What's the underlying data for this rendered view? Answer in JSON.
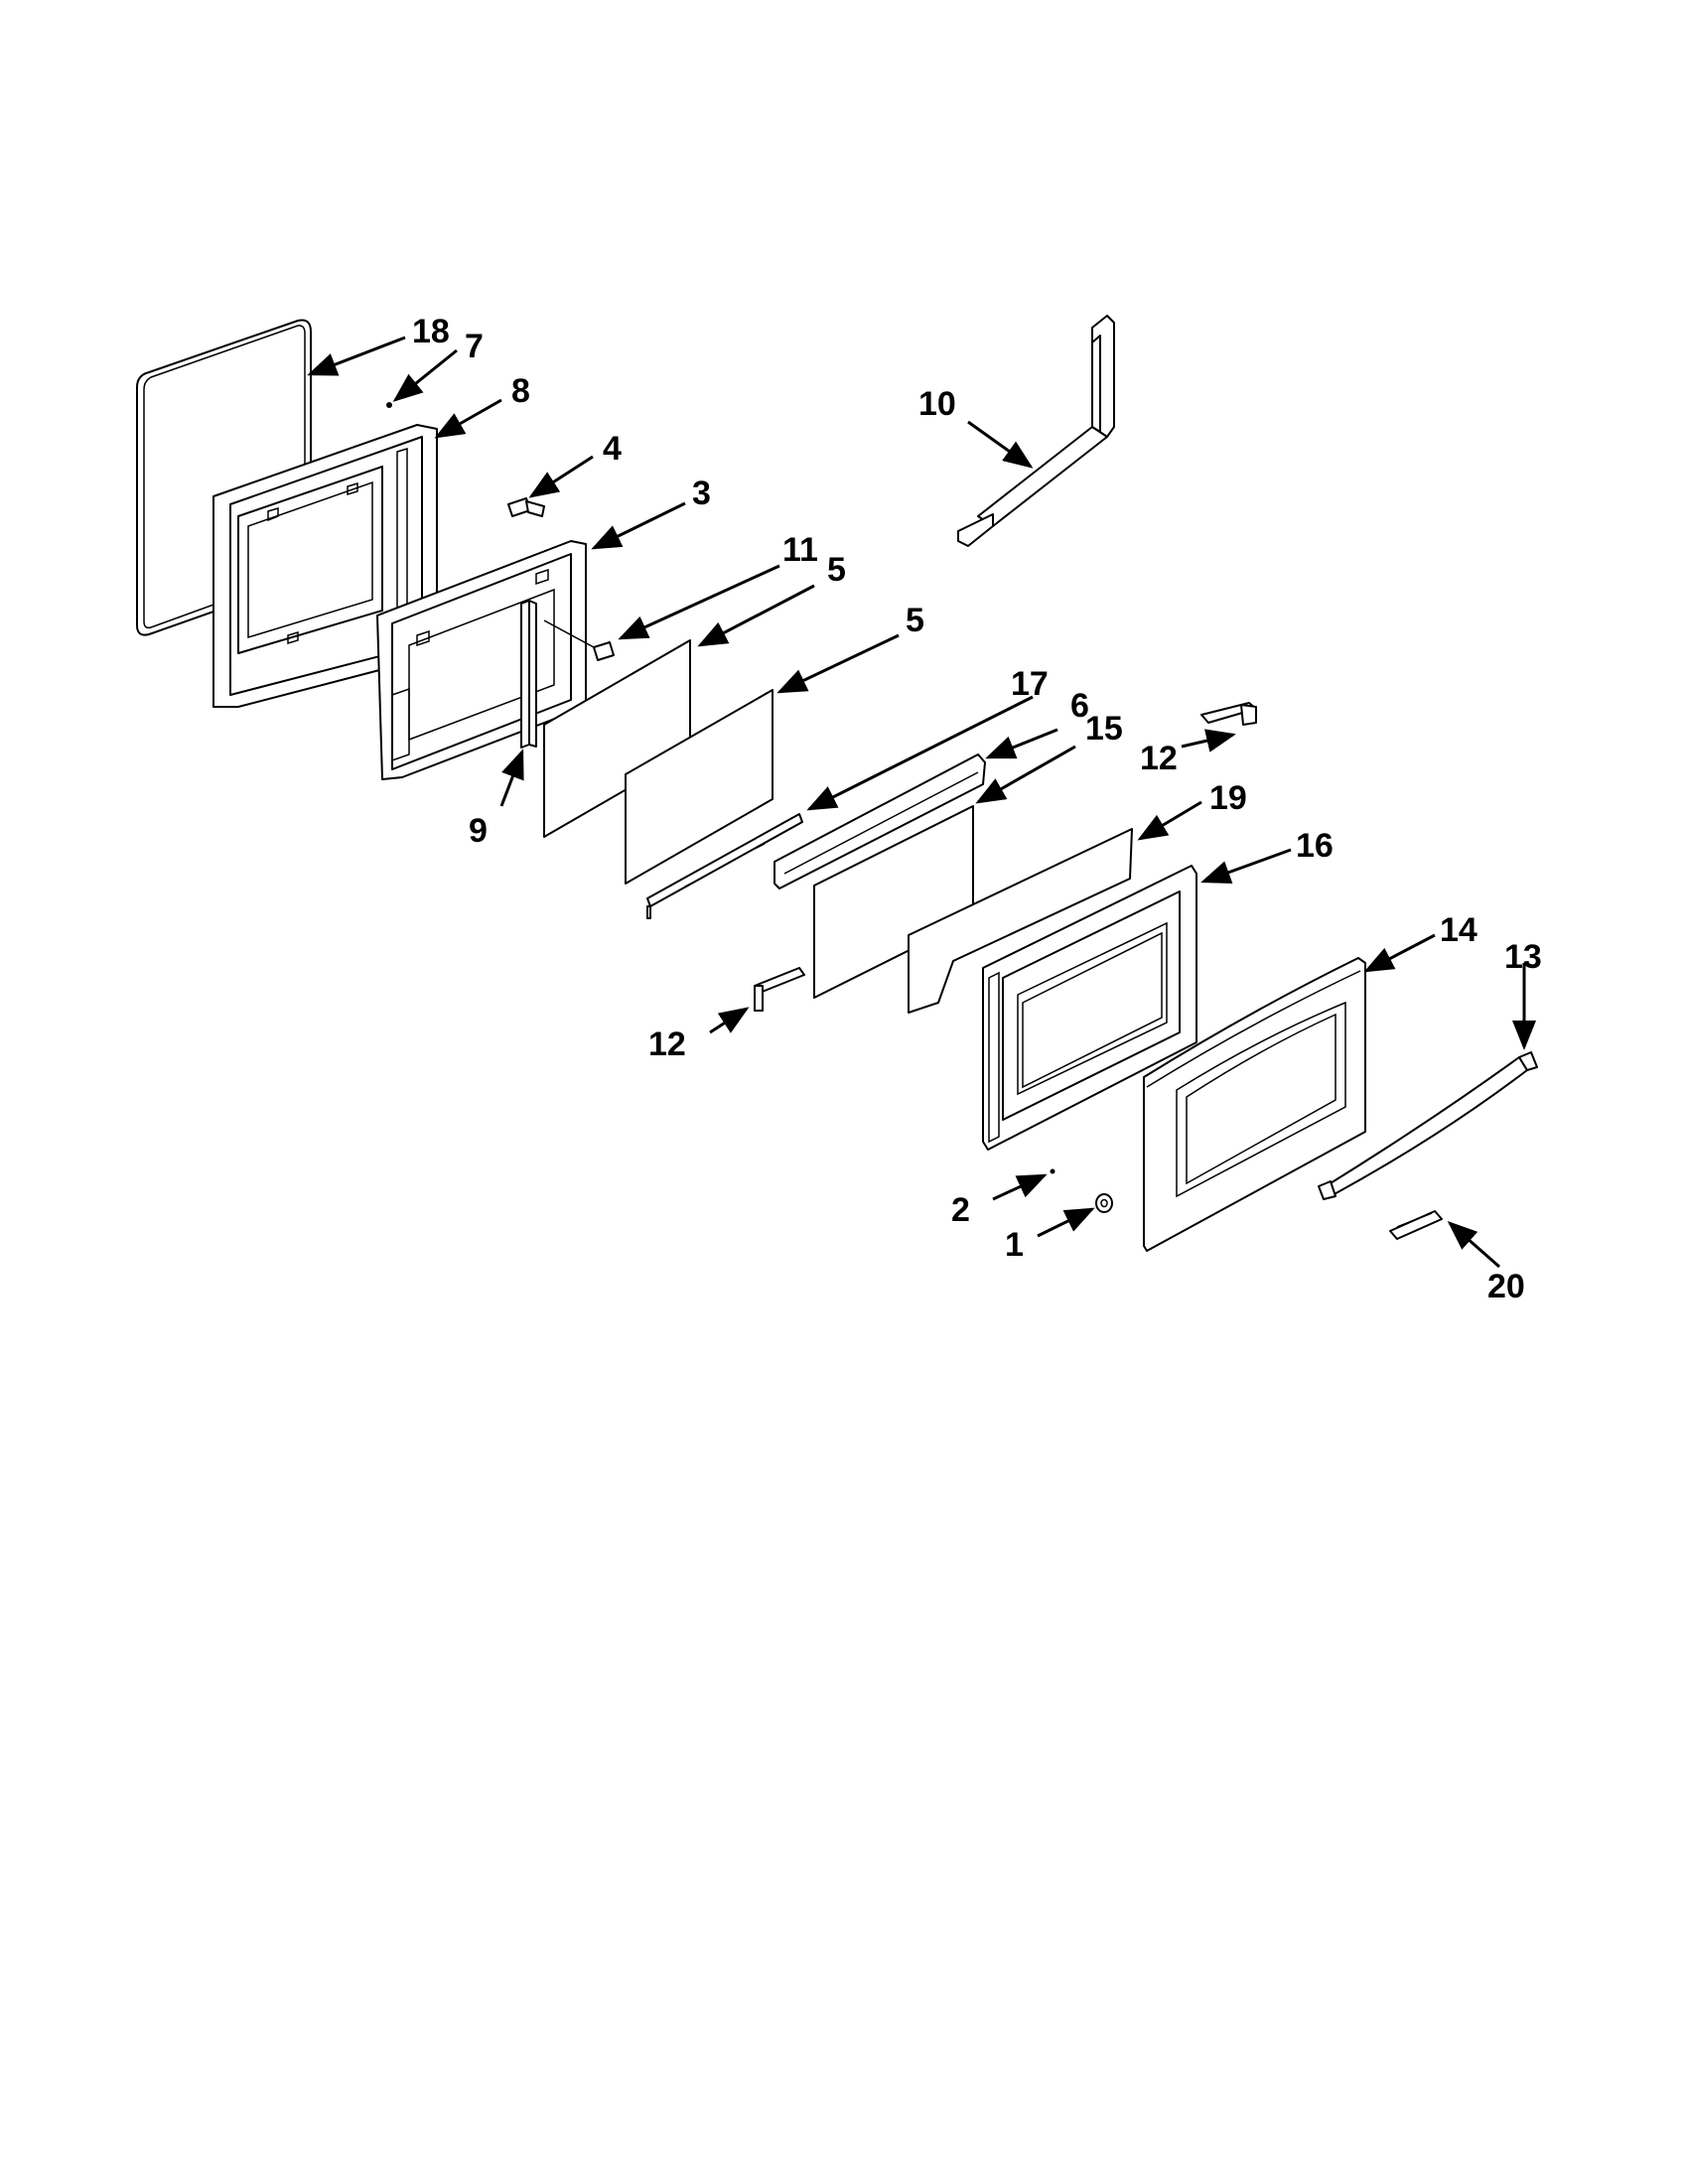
{
  "diagram": {
    "callouts": [
      {
        "id": "c18",
        "label": "18"
      },
      {
        "id": "c7",
        "label": "7"
      },
      {
        "id": "c8",
        "label": "8"
      },
      {
        "id": "c4",
        "label": "4"
      },
      {
        "id": "c3",
        "label": "3"
      },
      {
        "id": "c11",
        "label": "11"
      },
      {
        "id": "c5a",
        "label": "5"
      },
      {
        "id": "c5b",
        "label": "5"
      },
      {
        "id": "c9",
        "label": "9"
      },
      {
        "id": "c10",
        "label": "10"
      },
      {
        "id": "c17",
        "label": "17"
      },
      {
        "id": "c6",
        "label": "6"
      },
      {
        "id": "c15",
        "label": "15"
      },
      {
        "id": "c12a",
        "label": "12"
      },
      {
        "id": "c19",
        "label": "19"
      },
      {
        "id": "c16",
        "label": "16"
      },
      {
        "id": "c14",
        "label": "14"
      },
      {
        "id": "c13",
        "label": "13"
      },
      {
        "id": "c12b",
        "label": "12"
      },
      {
        "id": "c2",
        "label": "2"
      },
      {
        "id": "c1",
        "label": "1"
      },
      {
        "id": "c20",
        "label": "20"
      }
    ]
  }
}
